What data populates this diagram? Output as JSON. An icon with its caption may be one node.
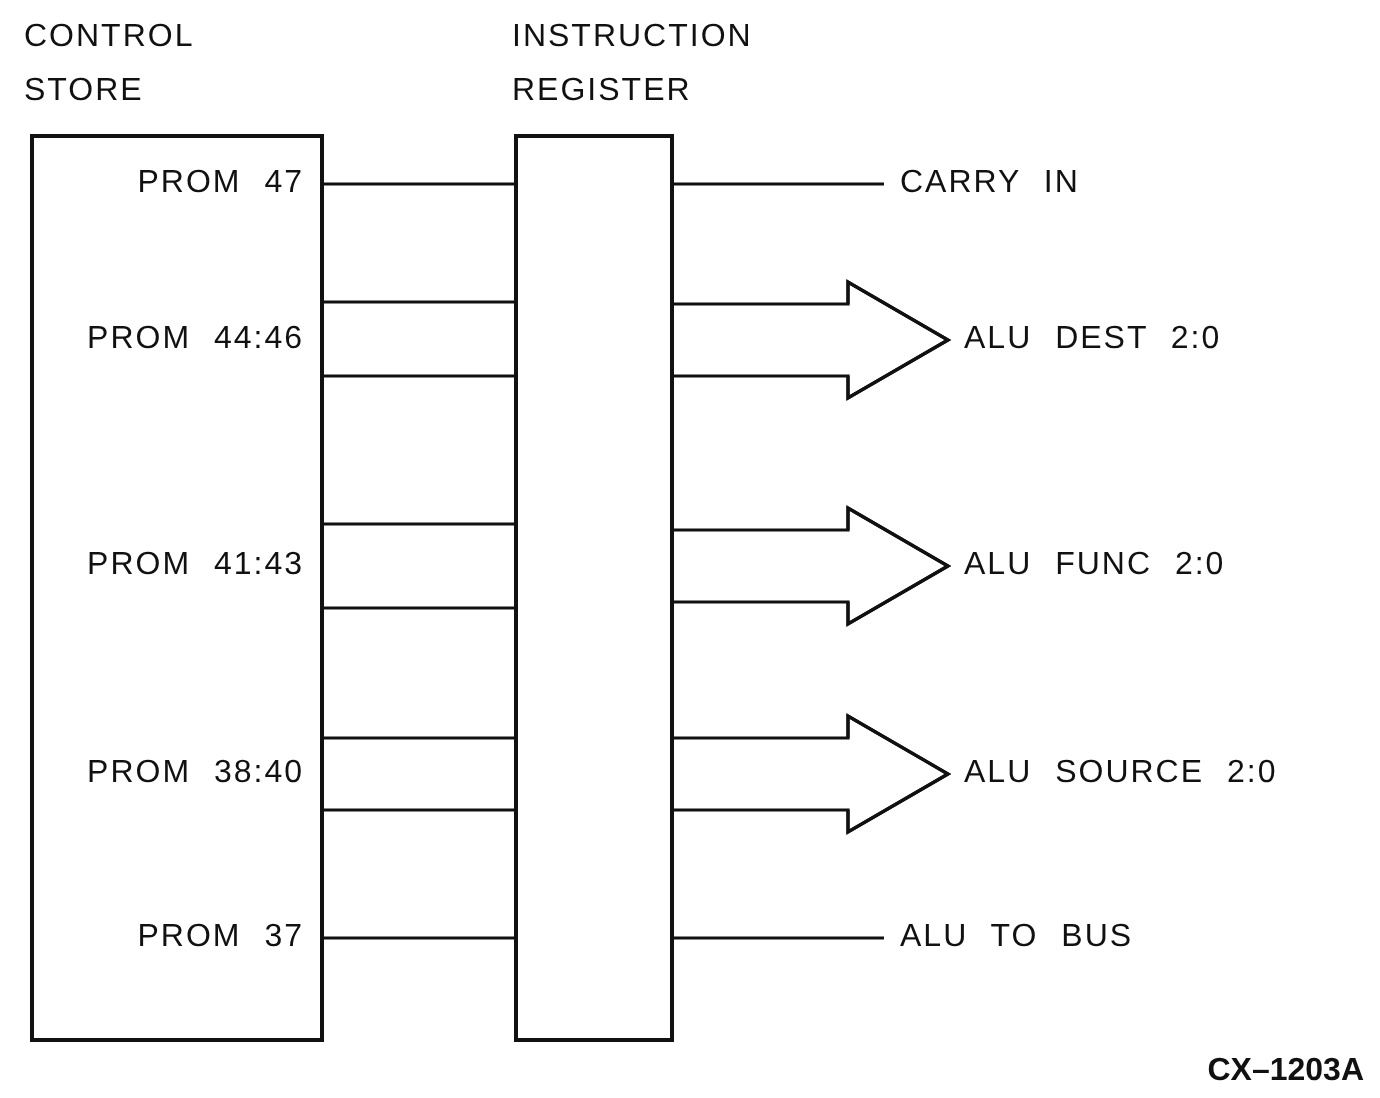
{
  "diagram": {
    "nodes": [
      {
        "text": [
          "CONTROL STORE",
          "PROM 47",
          "PROM 44:46",
          "PROM 41:43",
          "PROM 38:40",
          "PROM 37"
        ]
      },
      {
        "text": [
          "INSTRUCTION REGISTER"
        ]
      },
      {
        "text": [
          "CARRY IN"
        ]
      },
      {
        "text": [
          "ALU DEST 2:0"
        ]
      },
      {
        "text": [
          "ALU FUNC 2:0"
        ]
      },
      {
        "text": [
          "ALU SOURCE 2:0"
        ]
      },
      {
        "text": [
          "ALU TO BUS"
        ]
      }
    ],
    "edges": [
      {
        "from": 0,
        "to": 1,
        "arrow": "none"
      },
      {
        "from": 0,
        "to": 1,
        "arrow": "none"
      },
      {
        "from": 0,
        "to": 1,
        "arrow": "none"
      },
      {
        "from": 0,
        "to": 1,
        "arrow": "none"
      },
      {
        "from": 0,
        "to": 1,
        "arrow": "none"
      },
      {
        "from": 0,
        "to": 1,
        "arrow": "none"
      },
      {
        "from": 0,
        "to": 1,
        "arrow": "none"
      },
      {
        "from": 0,
        "to": 1,
        "arrow": "none"
      },
      {
        "from": 1,
        "to": 2,
        "arrow": "none"
      },
      {
        "from": 1,
        "to": 3,
        "arrow": "to"
      },
      {
        "from": 1,
        "to": 4,
        "arrow": "to"
      },
      {
        "from": 1,
        "to": 5,
        "arrow": "to"
      },
      {
        "from": 1,
        "to": 6,
        "arrow": "none"
      }
    ],
    "labels": [
      "CX–1203A"
    ]
  }
}
